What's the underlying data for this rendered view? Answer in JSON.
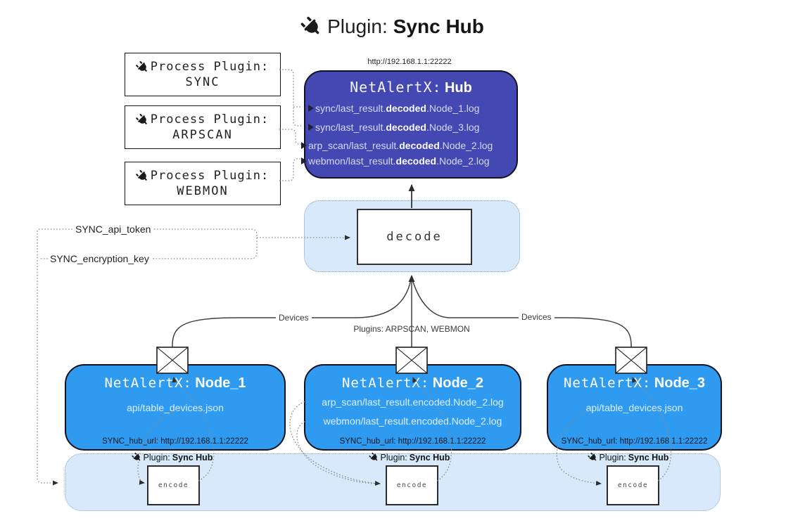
{
  "title": {
    "prefix": "Plugin:",
    "name": "Sync Hub"
  },
  "icons": {
    "plug": "electric-plug",
    "envelope": "message-envelope"
  },
  "colors": {
    "hub_fill": "#4448b2",
    "node_fill": "#2f9bf0",
    "panel_fill": "#d7e9fa",
    "canvas": "#ffffff"
  },
  "process_plugins": [
    {
      "label": "Process Plugin:",
      "name": "SYNC"
    },
    {
      "label": "Process Plugin:",
      "name": "ARPSCAN"
    },
    {
      "label": "Process Plugin:",
      "name": "WEBMON"
    }
  ],
  "hub": {
    "url": "http://192.168.1.1:22222",
    "title_prefix": "NetAlertX:",
    "title_name": "Hub",
    "logs": [
      {
        "pre": "sync/last_result.",
        "bold": "decoded",
        "post": ".Node_1.log"
      },
      {
        "pre": "sync/last_result.",
        "bold": "decoded",
        "post": ".Node_3.log"
      },
      {
        "pre": "arp_scan/last_result.",
        "bold": "decoded",
        "post": ".Node_2.log"
      },
      {
        "pre": "webmon/last_result.",
        "bold": "decoded",
        "post": ".Node_2.log"
      }
    ]
  },
  "decode": {
    "label": "decode"
  },
  "secrets": {
    "api_token": "SYNC_api_token",
    "encryption_key": "SYNC_encryption_key"
  },
  "edges": {
    "devices_left": "Devices",
    "plugins_mid": "Plugins: ARPSCAN, WEBMON",
    "devices_right": "Devices"
  },
  "nodes": [
    {
      "title_prefix": "NetAlertX:",
      "title_name": "Node_1",
      "logs": [
        "api/table_devices.json"
      ],
      "hub_url": "SYNC_hub_url: http://192.168.1.1:22222"
    },
    {
      "title_prefix": "NetAlertX:",
      "title_name": "Node_2",
      "logs": [
        "arp_scan/last_result.encoded.Node_2.log",
        "webmon/last_result.encoded.Node_2.log"
      ],
      "hub_url": "SYNC_hub_url: http://192.168.1.1:22222"
    },
    {
      "title_prefix": "NetAlertX:",
      "title_name": "Node_3",
      "logs": [
        "api/table_devices.json"
      ],
      "hub_url": "SYNC_hub_url: http://192.168.1.1:22222"
    }
  ],
  "band": {
    "label_prefix": "Plugin:",
    "label_name": "Sync Hub",
    "encode_label": "encode"
  }
}
